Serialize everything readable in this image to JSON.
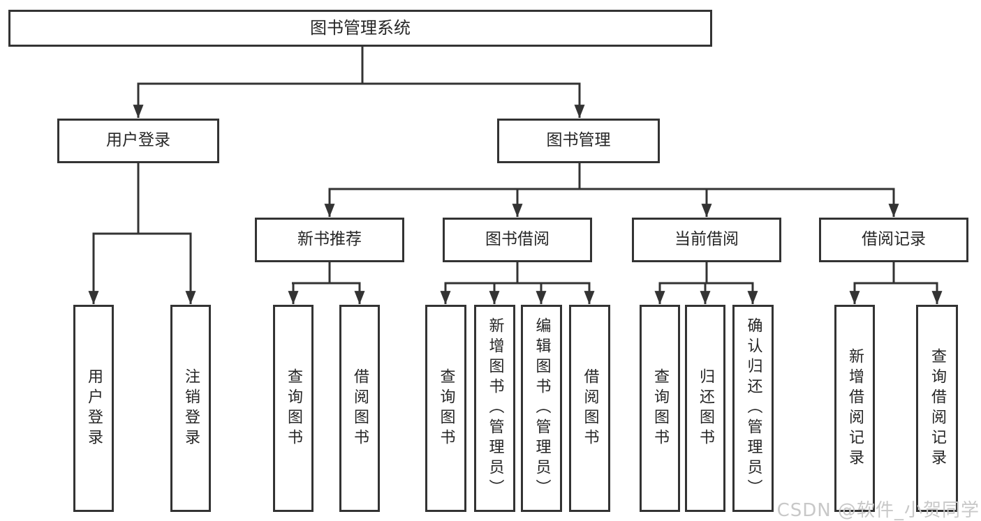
{
  "colors": {
    "line": "#333333",
    "box_border": "#333333",
    "box_background": "#ffffff",
    "text": "#262626",
    "watermark_text": "#c8c8c8",
    "page_background": "#ffffff"
  },
  "watermark": {
    "text": "CSDN @软件_小贺同学"
  },
  "tree": {
    "root": {
      "label": "图书管理系统"
    },
    "branches": [
      {
        "label": "用户登录",
        "children": [
          {
            "label": "用户登录"
          },
          {
            "label": "注销登录"
          }
        ]
      },
      {
        "label": "图书管理",
        "children": [
          {
            "label": "新书推荐",
            "children": [
              {
                "label": "查询图书"
              },
              {
                "label": "借阅图书"
              }
            ]
          },
          {
            "label": "图书借阅",
            "children": [
              {
                "label": "查询图书"
              },
              {
                "label": "新增图书（管理员）"
              },
              {
                "label": "编辑图书（管理员）"
              },
              {
                "label": "借阅图书"
              }
            ]
          },
          {
            "label": "当前借阅",
            "children": [
              {
                "label": "查询图书"
              },
              {
                "label": "归还图书"
              },
              {
                "label": "确认归还（管理员）"
              }
            ]
          },
          {
            "label": "借阅记录",
            "children": [
              {
                "label": "新增借阅记录"
              },
              {
                "label": "查询借阅记录"
              }
            ]
          }
        ]
      }
    ]
  }
}
